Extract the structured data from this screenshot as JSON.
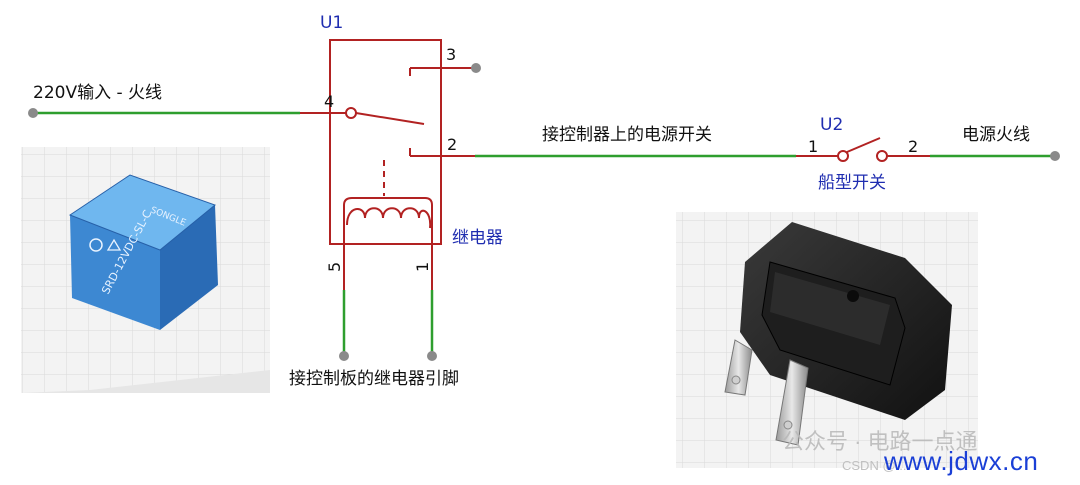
{
  "labels": {
    "u1": "U1",
    "u2": "U2",
    "input": "220V输入 - 火线",
    "to_switch": "接控制器上的电源开关",
    "power_live": "电源火线",
    "rocker": "船型开关",
    "relay": "继电器",
    "board_pins": "接控制板的继电器引脚"
  },
  "pins": {
    "p1": "1",
    "p2": "2",
    "p3": "3",
    "p4": "4",
    "p5": "5",
    "s1": "1",
    "s2": "2"
  },
  "relay_markings": [
    "SRD-12VDC-SL-C",
    "SONGLE"
  ],
  "watermark": {
    "account": "公众号 · 电路一点通",
    "site": "www.jdwx.cn",
    "csdn": "CSDN @..."
  },
  "colors": {
    "symbol": "#b22222",
    "wire": "#2e9e2e",
    "label_blue": "#1f2db0",
    "terminal": "#8a8a8a"
  }
}
